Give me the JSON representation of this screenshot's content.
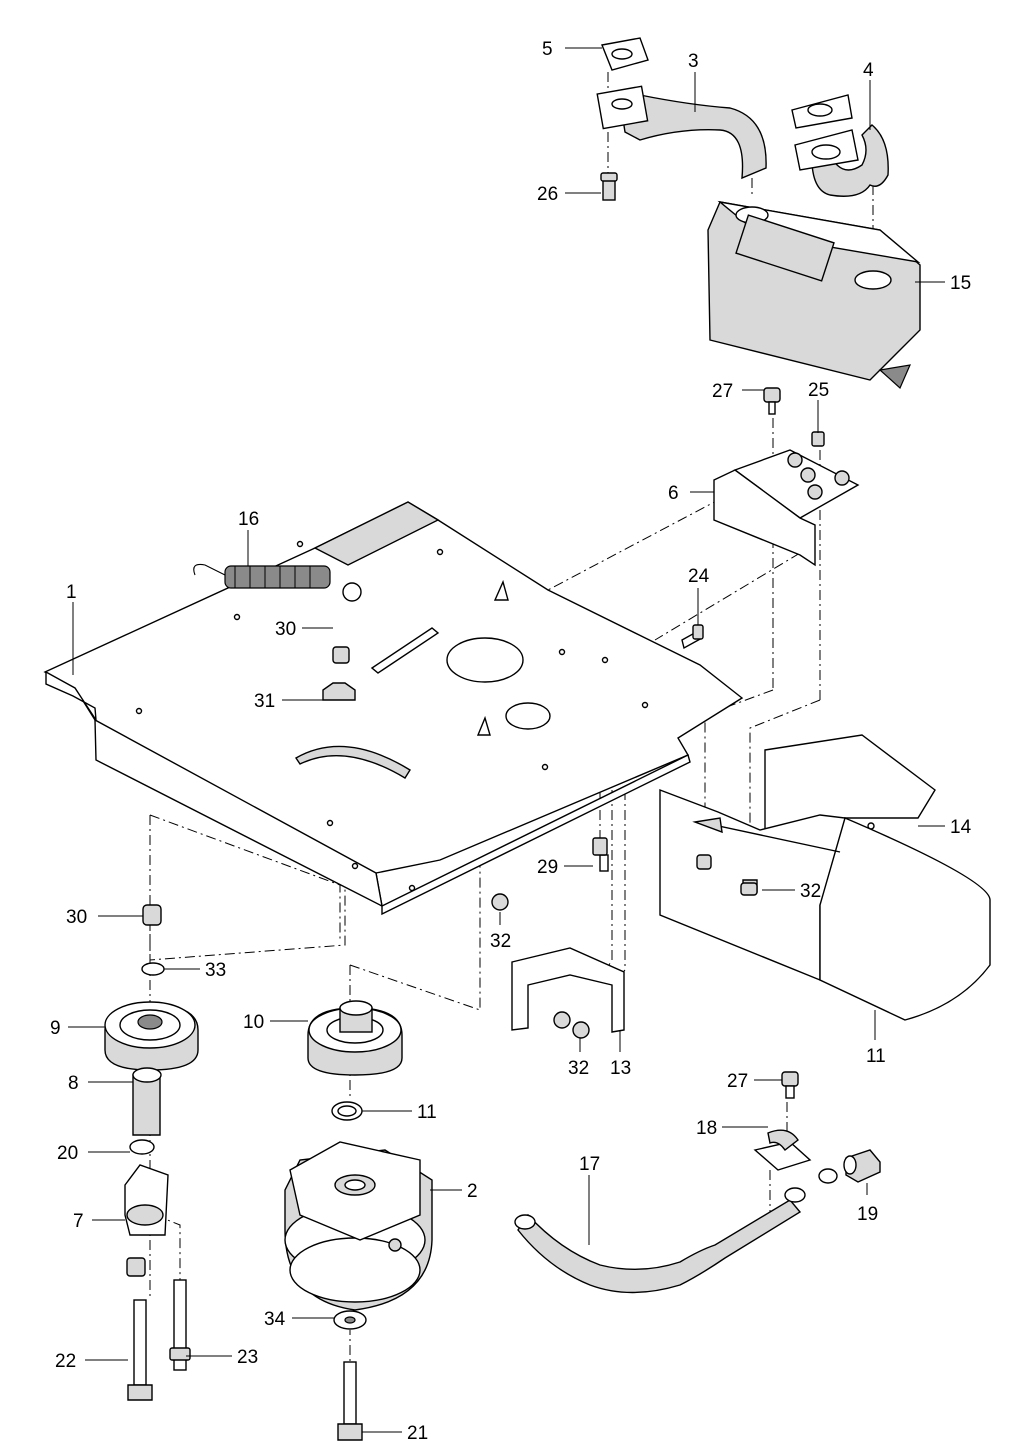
{
  "callouts": [
    {
      "id": "c1",
      "text": "1"
    },
    {
      "id": "c2",
      "text": "2"
    },
    {
      "id": "c3",
      "text": "3"
    },
    {
      "id": "c4",
      "text": "4"
    },
    {
      "id": "c5",
      "text": "5"
    },
    {
      "id": "c6",
      "text": "6"
    },
    {
      "id": "c7",
      "text": "7"
    },
    {
      "id": "c8",
      "text": "8"
    },
    {
      "id": "c9",
      "text": "9"
    },
    {
      "id": "c10",
      "text": "10"
    },
    {
      "id": "c11a",
      "text": "11"
    },
    {
      "id": "c11b",
      "text": "11"
    },
    {
      "id": "c13",
      "text": "13"
    },
    {
      "id": "c14",
      "text": "14"
    },
    {
      "id": "c15",
      "text": "15"
    },
    {
      "id": "c16",
      "text": "16"
    },
    {
      "id": "c17",
      "text": "17"
    },
    {
      "id": "c18",
      "text": "18"
    },
    {
      "id": "c19",
      "text": "19"
    },
    {
      "id": "c20",
      "text": "20"
    },
    {
      "id": "c21",
      "text": "21"
    },
    {
      "id": "c22",
      "text": "22"
    },
    {
      "id": "c23",
      "text": "23"
    },
    {
      "id": "c24",
      "text": "24"
    },
    {
      "id": "c25",
      "text": "25"
    },
    {
      "id": "c26",
      "text": "26"
    },
    {
      "id": "c27a",
      "text": "27"
    },
    {
      "id": "c27b",
      "text": "27"
    },
    {
      "id": "c29",
      "text": "29"
    },
    {
      "id": "c30a",
      "text": "30"
    },
    {
      "id": "c30b",
      "text": "30"
    },
    {
      "id": "c31",
      "text": "31"
    },
    {
      "id": "c32a",
      "text": "32"
    },
    {
      "id": "c32b",
      "text": "32"
    },
    {
      "id": "c32c",
      "text": "32"
    },
    {
      "id": "c33",
      "text": "33"
    },
    {
      "id": "c34",
      "text": "34"
    }
  ]
}
